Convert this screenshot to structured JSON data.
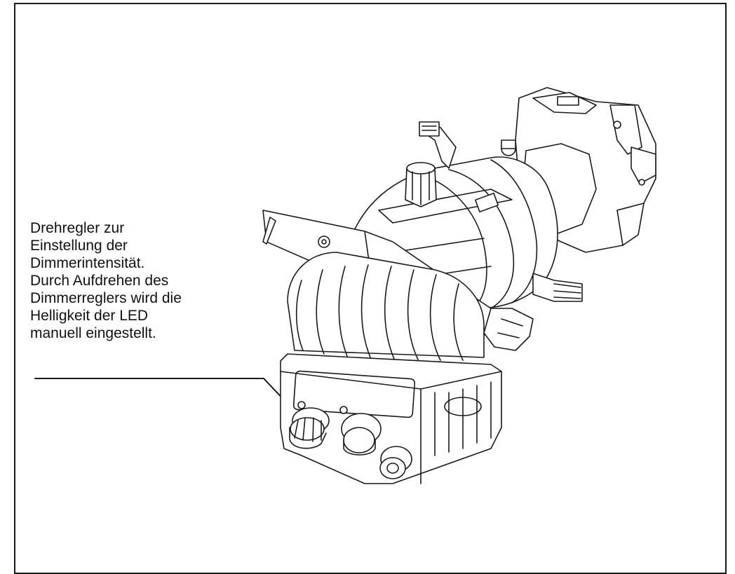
{
  "callout": {
    "lines": [
      "Drehregler zur",
      "Einstellung der",
      "Dimmerintensität.",
      "Durch Aufdrehen des",
      "Dimmerreglers wird die",
      "Helligkeit der LED",
      "manuell eingestellt."
    ]
  },
  "colors": {
    "line": "#1a1a1a",
    "background": "#ffffff"
  },
  "figure": {
    "subject": "stage-spotlight-line-drawing",
    "pointer_target": "dimmer-knob"
  }
}
